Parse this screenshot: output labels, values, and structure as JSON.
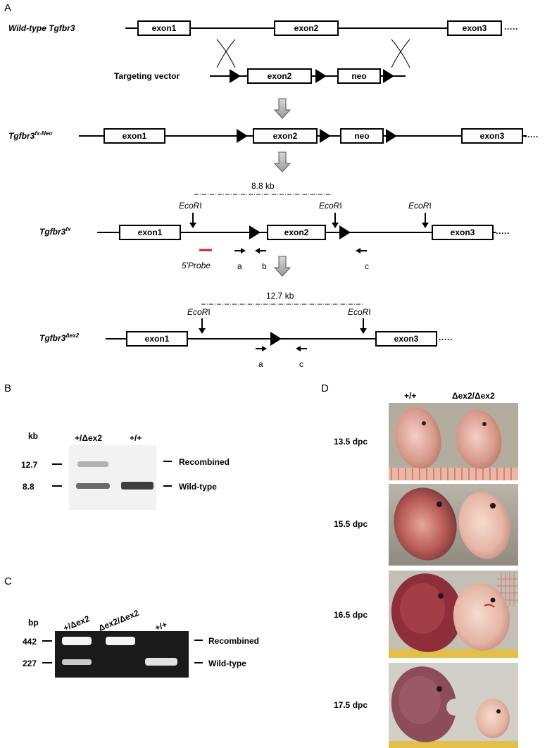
{
  "panel_labels": {
    "a": "A",
    "b": "B",
    "c": "C",
    "d": "D"
  },
  "panel_a": {
    "wildtype_label": "Wild-type Tgfbr3",
    "targeting_vector_label": "Targeting vector",
    "allele_base": "Tgfbr3",
    "fx_neo_sup": "fx-Neo",
    "fx_sup": "fx",
    "dex2_sup": "Δex2",
    "exon1": "exon1",
    "exon2": "exon2",
    "exon3": "exon3",
    "neo": "neo",
    "dist_fx": "8.8 kb",
    "dist_dex2": "12.7 kb",
    "ecori_italic": "EcoR",
    "ecori_roman": "I",
    "probe_label": "5′Probe",
    "primer_a": "a",
    "primer_b": "b",
    "primer_c": "c",
    "dots": "·····"
  },
  "panel_b": {
    "unit": "kb",
    "marker_high": "12.7",
    "marker_low": "8.8",
    "lane1": "+/Δex2",
    "lane2": "+/+",
    "band_recombined": "Recombined",
    "band_wildtype": "Wild-type"
  },
  "panel_c": {
    "unit": "bp",
    "marker_high": "442",
    "marker_low": "227",
    "lane1": "+/Δex2",
    "lane2": "Δex2/Δex2",
    "lane3": "+/+",
    "band_recombined": "Recombined",
    "band_wildtype": "Wild-type"
  },
  "panel_d": {
    "col1": "+/+",
    "col2": "Δex2/Δex2",
    "stages": [
      "13.5 dpc",
      "15.5 dpc",
      "16.5 dpc",
      "17.5 dpc"
    ]
  },
  "colors": {
    "probe": "#d42020",
    "gel_b_bg": "#f2f2f2",
    "gel_c_bg": "#1a1a1a"
  }
}
